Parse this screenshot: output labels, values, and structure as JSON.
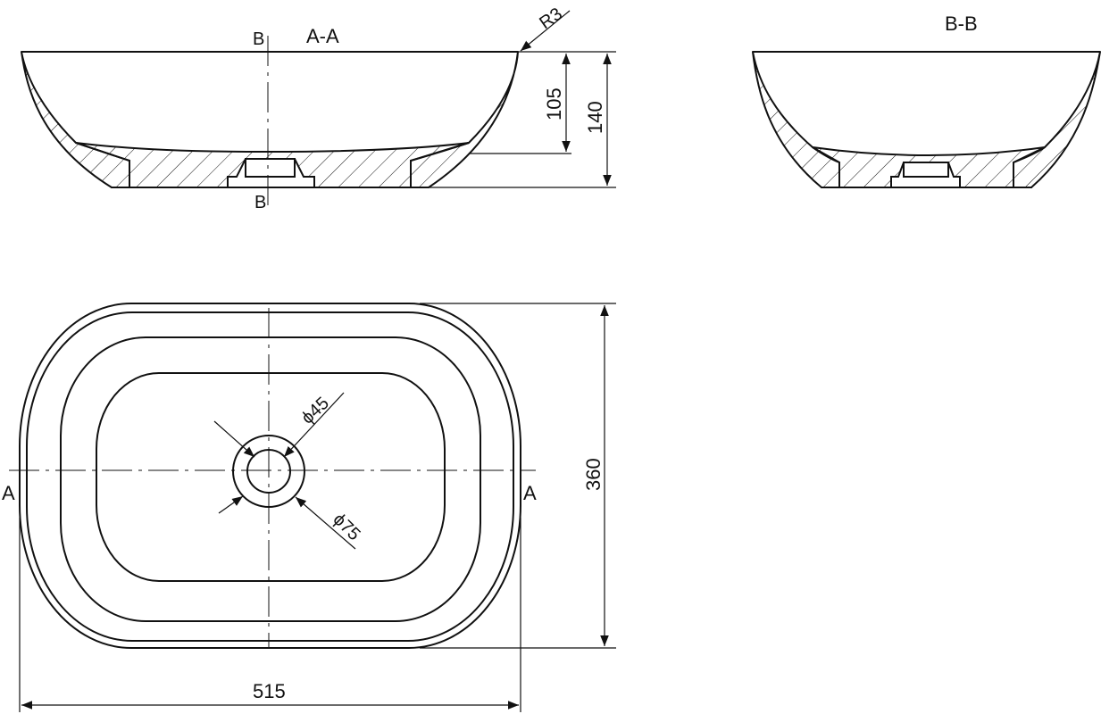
{
  "section_views": {
    "aa_title": "A-A",
    "bb_title": "B-B",
    "cut_b_top": "B",
    "cut_b_bottom": "B"
  },
  "plan_view": {
    "cut_a_left": "A",
    "cut_a_right": "A"
  },
  "dimensions": {
    "radius": "R3",
    "inner_depth": "105",
    "total_height": "140",
    "width": "360",
    "length": "515",
    "drain_inner": "ϕ45",
    "drain_outer": "ϕ75"
  },
  "colors": {
    "line": "#111111",
    "background": "#ffffff"
  }
}
